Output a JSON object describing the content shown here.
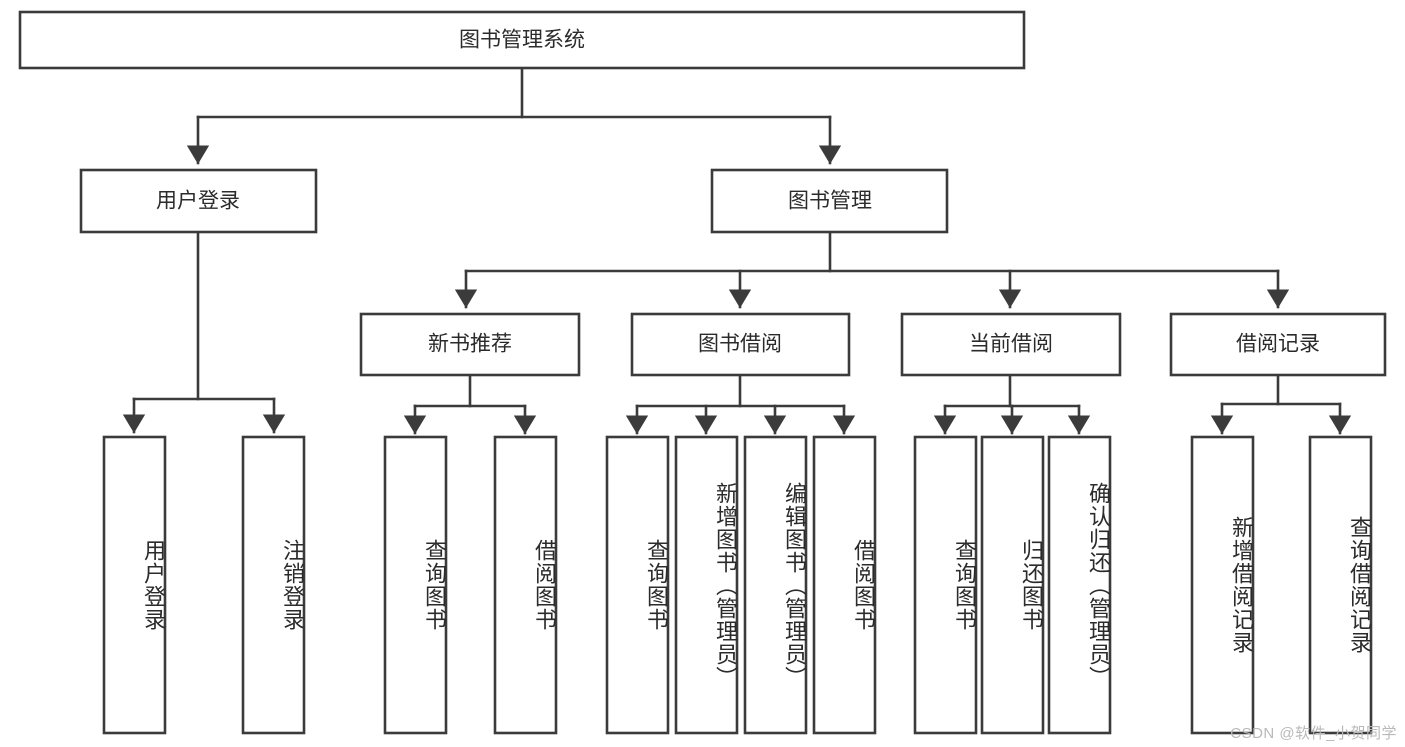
{
  "diagram": {
    "title": "图书管理系统",
    "type": "tree",
    "watermark": "CSDN @软件_小贺同学",
    "colors": {
      "stroke": "#3b3b3b",
      "fill": "#ffffff",
      "text": "#2b2b2b",
      "watermark": "#b9b9b9"
    },
    "root": {
      "label": "图书管理系统"
    },
    "level1": [
      {
        "label": "用户登录"
      },
      {
        "label": "图书管理"
      }
    ],
    "level2": [
      {
        "label": "新书推荐"
      },
      {
        "label": "图书借阅"
      },
      {
        "label": "当前借阅"
      },
      {
        "label": "借阅记录"
      }
    ],
    "leaves": {
      "user_login": [
        {
          "label": "用户登录"
        },
        {
          "label": "注销登录"
        }
      ],
      "new_book_recommend": [
        {
          "label": "查询图书"
        },
        {
          "label": "借阅图书"
        }
      ],
      "book_borrow": [
        {
          "label": "查询图书"
        },
        {
          "label": "新增图书（管理员）"
        },
        {
          "label": "编辑图书（管理员）"
        },
        {
          "label": "借阅图书"
        }
      ],
      "current_borrow": [
        {
          "label": "查询图书"
        },
        {
          "label": "归还图书"
        },
        {
          "label": "确认归还（管理员）"
        }
      ],
      "borrow_record": [
        {
          "label": "新增借阅记录"
        },
        {
          "label": "查询借阅记录"
        }
      ]
    }
  }
}
